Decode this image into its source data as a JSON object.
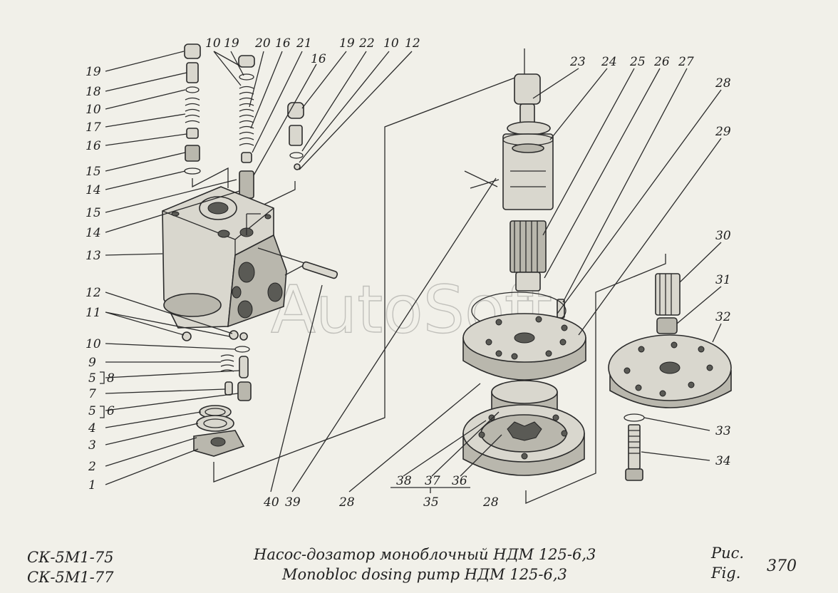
{
  "watermark": "AutoSoft",
  "footer": {
    "model_1": "СК-5М1-75",
    "model_2": "СК-5М1-77",
    "title_ru": "Насос-дозатор моноблочный НДМ 125-6,3",
    "title_en": "Monobloc dosing pump НДМ 125-6,3",
    "fig_ru": "Рис.",
    "fig_en": "Fig.",
    "fig_number": "370"
  },
  "callouts": {
    "c19a": "19",
    "c18": "18",
    "c10a": "10",
    "c17": "17",
    "c16a": "16",
    "c15a": "15",
    "c14a": "14",
    "c15b": "15",
    "c14b": "14",
    "c13": "13",
    "c12a": "12",
    "c11": "11",
    "c10b": "10",
    "c9": "9",
    "c5a": "5",
    "c8": "8",
    "c7": "7",
    "c5b": "5",
    "c6": "6",
    "c4": "4",
    "c3": "3",
    "c2": "2",
    "c1": "1",
    "t10a": "10",
    "t19a": "19",
    "t20": "20",
    "t16a": "16",
    "t21": "21",
    "t16b": "16",
    "t19b": "19",
    "t22": "22",
    "t10b": "10",
    "t12": "12",
    "c40": "40",
    "c39": "39",
    "c28a": "28",
    "c38": "38",
    "c37": "37",
    "c36": "36",
    "c35": "35",
    "c28b": "28",
    "c23": "23",
    "c24": "24",
    "c25": "25",
    "c26": "26",
    "c27": "27",
    "c28c": "28",
    "c29": "29",
    "c30": "30",
    "c31": "31",
    "c32": "32",
    "c33": "33",
    "c34": "34"
  }
}
